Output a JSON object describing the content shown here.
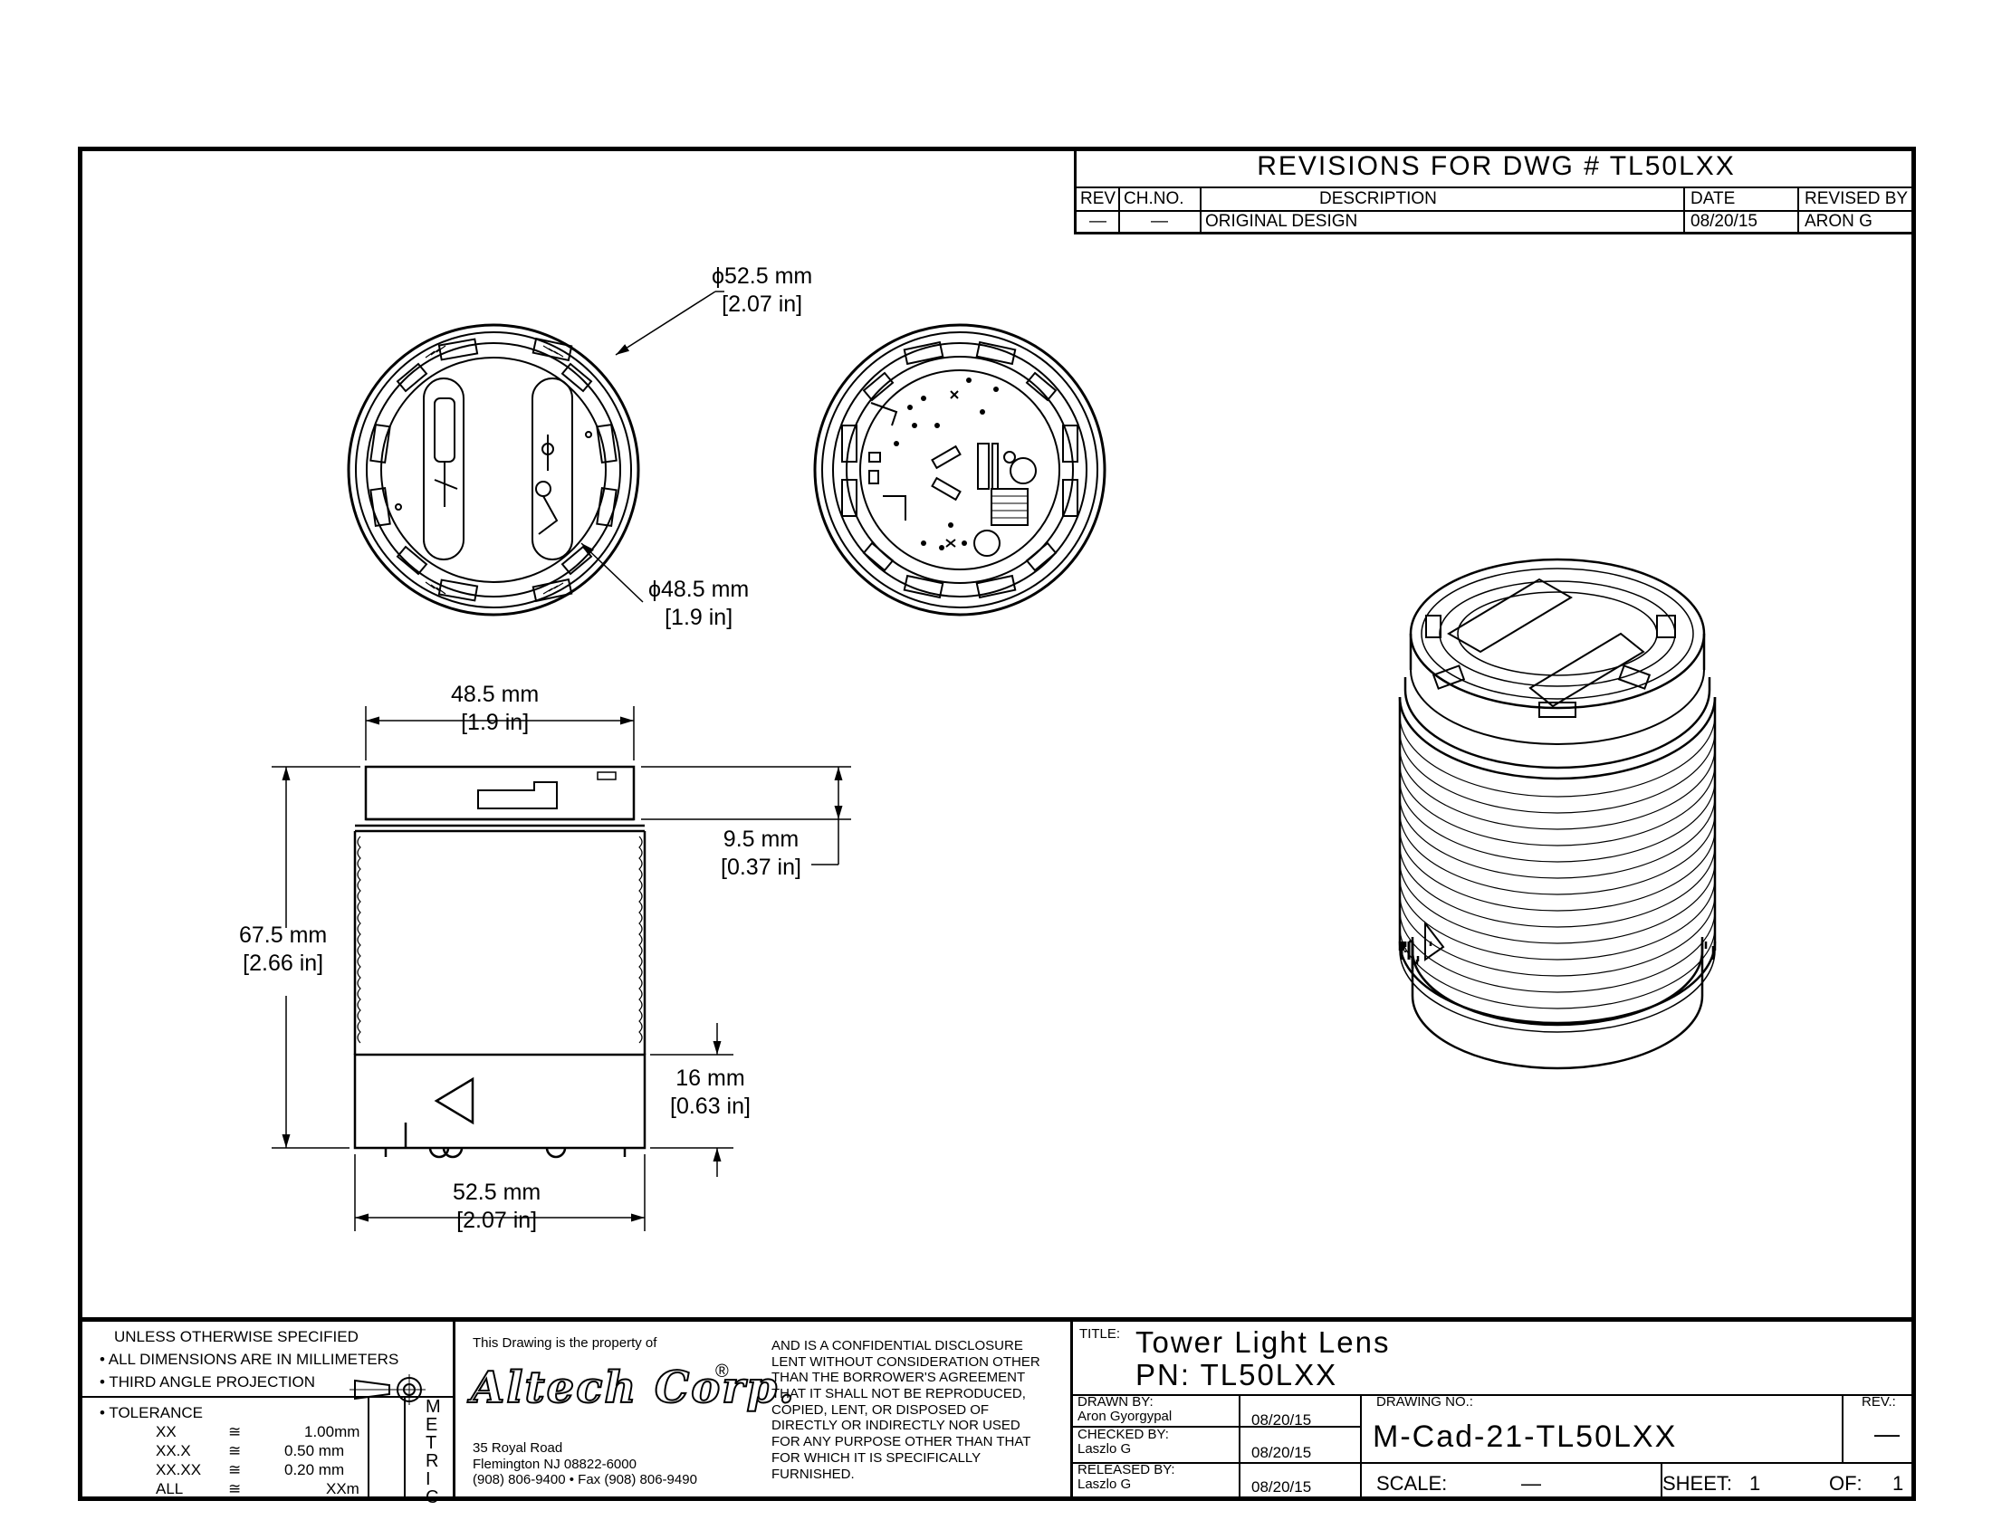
{
  "revisions": {
    "title": "REVISIONS FOR DWG # TL50LXX",
    "headers": [
      "REV",
      "CH.NO.",
      "DESCRIPTION",
      "DATE",
      "REVISED BY"
    ],
    "rows": [
      {
        "rev": "—",
        "ch_no": "—",
        "description": "ORIGINAL DESIGN",
        "date": "08/20/15",
        "revised_by": "ARON G"
      }
    ]
  },
  "dimensions": {
    "top_outer_mm": "ϕ52.5 mm",
    "top_outer_in": "[2.07 in]",
    "top_inner_mm": "ϕ48.5 mm",
    "top_inner_in": "[1.9 in]",
    "width_top_mm": "48.5 mm",
    "width_top_in": "[1.9 in]",
    "cap_height_mm": "9.5 mm",
    "cap_height_in": "[0.37 in]",
    "height_mm": "67.5 mm",
    "height_in": "[2.66 in]",
    "base_height_mm": "16 mm",
    "base_height_in": "[0.63 in]",
    "width_base_mm": "52.5 mm",
    "width_base_in": "[2.07 in]"
  },
  "notes": {
    "unless": "UNLESS OTHERWISE SPECIFIED",
    "all_dims": "• ALL DIMENSIONS ARE IN MILLIMETERS",
    "third_angle": "• THIRD ANGLE PROJECTION",
    "tolerance_title": "• TOLERANCE",
    "tolerances": [
      {
        "fmt": "XX",
        "sym": "≅",
        "val": "1.00mm"
      },
      {
        "fmt": "XX.X",
        "sym": "≅",
        "val": "0.50 mm"
      },
      {
        "fmt": "XX.XX",
        "sym": "≅",
        "val": "0.20 mm"
      },
      {
        "fmt": "ALL",
        "sym": "≅",
        "val": "XXm"
      }
    ],
    "metric": "METRIC"
  },
  "company": {
    "property_of": "This Drawing is the property of",
    "name": "Altech Corp.",
    "registered": "®",
    "address1": "35 Royal Road",
    "address2": "Flemington NJ 08822-6000",
    "phone": "(908) 806-9400 • Fax (908) 806-9490",
    "confidential": [
      "AND IS A CONFIDENTIAL DISCLOSURE",
      "LENT WITHOUT CONSIDERATION OTHER",
      "THAN THE BORROWER'S AGREEMENT",
      "THAT IT SHALL NOT BE REPRODUCED,",
      "COPIED, LENT, OR DISPOSED OF",
      "DIRECTLY OR INDIRECTLY NOR USED",
      "FOR ANY PURPOSE OTHER THAN THAT",
      "FOR WHICH IT IS SPECIFICALLY",
      "FURNISHED."
    ]
  },
  "titleblock": {
    "title_label": "TITLE:",
    "title": "Tower Light Lens",
    "pn": "PN: TL50LXX",
    "drawn_by_label": "DRAWN BY:",
    "drawn_by": "Aron Gyorgypal",
    "drawn_date": "08/20/15",
    "checked_by_label": "CHECKED BY:",
    "checked_by": "Laszlo G",
    "checked_date": "08/20/15",
    "released_by_label": "RELEASED BY:",
    "released_by": "Laszlo G",
    "released_date": "08/20/15",
    "drawing_no_label": "DRAWING NO.:",
    "drawing_no": "M-Cad-21-TL50LXX",
    "rev_label": "REV.:",
    "rev": "—",
    "scale_label": "SCALE:",
    "scale": "—",
    "sheet_label": "SHEET:",
    "sheet": "1",
    "of_label": "OF:",
    "of": "1"
  }
}
